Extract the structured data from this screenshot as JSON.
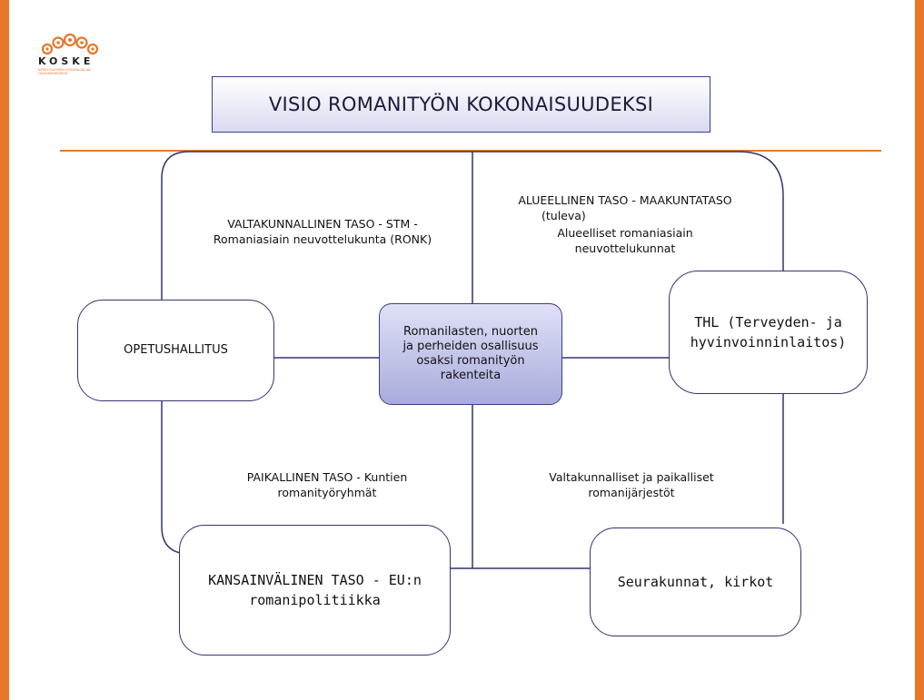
{
  "logo": {
    "word": "KOSKE",
    "subtitle": "KESKI-SUOMEN SOSIAALIALAN OSAAMISKESKUS"
  },
  "title": "VISIO ROMANITYÖN KOKONAISUUDEKSI",
  "quadrants": {
    "top_left": {
      "line1": "VALTAKUNNALLINEN TASO - STM -",
      "line2": "Romaniasiain neuvottelukunta (RONK)"
    },
    "top_right": {
      "line1": "ALUEELLINEN TASO - MAAKUNTATASO",
      "line2": "(tuleva)",
      "line3": "Alueelliset romaniasiain",
      "line4": "neuvottelukunnat"
    },
    "bottom_left": {
      "line1": "PAIKALLINEN TASO - Kuntien",
      "line2": "romanityöryhmät"
    },
    "bottom_right": {
      "line1": "Valtakunnalliset ja paikalliset",
      "line2": "romanijärjestöt"
    }
  },
  "center": {
    "line1": "Romanilasten, nuorten",
    "line2": "ja perheiden osallisuus",
    "line3": "osaksi romanityön",
    "line4": "rakenteita"
  },
  "boxes": {
    "opetushallitus": "OPETUSHALLITUS",
    "thl_line1": "THL (Terveyden- ja",
    "thl_line2": "hyvinvoinninlaitos)",
    "kansainvalinen_line1": "KANSAINVÄLINEN TASO - EU:n",
    "kansainvalinen_line2": "romanipolitiikka",
    "seurakunnat": "Seurakunnat, kirkot"
  },
  "colors": {
    "accent_orange": "#e8772a",
    "line_navy": "#343470",
    "center_fill": "#a9acdc"
  }
}
